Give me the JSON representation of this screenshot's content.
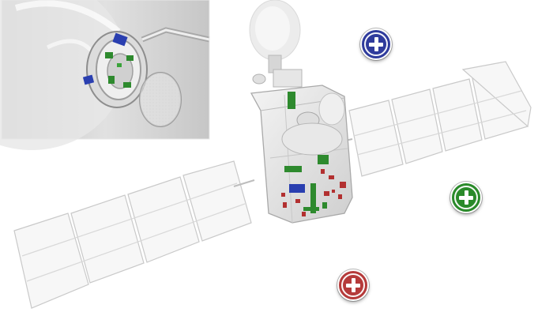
{
  "hotspots": [
    {
      "name": "blue",
      "color": "#2f3b9c",
      "icon": "plus-icon"
    },
    {
      "name": "green",
      "color": "#2a8a2a",
      "icon": "plus-icon"
    },
    {
      "name": "red",
      "color": "#b53a3a",
      "icon": "plus-icon"
    }
  ],
  "component_colors": {
    "module_blue": "#2a3fb0",
    "module_green": "#2e8a2e",
    "module_red": "#b23030"
  }
}
